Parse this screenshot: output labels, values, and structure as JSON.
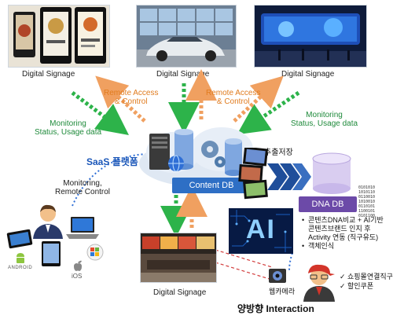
{
  "signage": {
    "top_left_caption": "Digital Signage",
    "top_center_caption": "Digital Signage",
    "top_right_caption": "Digital Signage",
    "bottom_caption": "Digital Signage"
  },
  "arrows": {
    "remote_left": [
      "Remote Access",
      "& Control"
    ],
    "remote_right": [
      "Remote Access",
      "& Control"
    ],
    "monitoring_left": [
      "Monitoring",
      "Status, Usage data"
    ],
    "monitoring_right": [
      "Monitoring",
      "Status, Usage data"
    ]
  },
  "platform": {
    "saas_label": "SaaS 플랫폼",
    "content_db_label": "Content DB",
    "extract_label": "추출저장",
    "dna_db_label": "DNA DB",
    "ai_label": "AI",
    "binary_text": [
      "0101010",
      "1010110",
      "0110010",
      "1010010",
      "0110101",
      "1100101",
      "0101100"
    ]
  },
  "admin": {
    "label": [
      "Monitoring,",
      "Remote Control"
    ],
    "android_label": "ANDROID",
    "ios_label": "iOS"
  },
  "ai_features": [
    [
      "콘텐츠DNA비교 + AI기반",
      "콘텐츠브랜드 인지 후",
      "Activity 연동 (직구유도)"
    ],
    [
      "객체인식"
    ]
  ],
  "customer": {
    "camera_label": "웹카메라",
    "actions": [
      "쇼핑몰연결직구",
      "할인쿠폰"
    ]
  },
  "interaction_title": "양방향 Interaction",
  "colors": {
    "green": "#2db34a",
    "orange": "#f0a060",
    "blue_dotted": "#2f6fd6",
    "red_dashed": "#d23a3a",
    "db_bar": "#2e6fc5",
    "dna_db": "#6c4aa8",
    "chevron": "#1f4e9a"
  }
}
